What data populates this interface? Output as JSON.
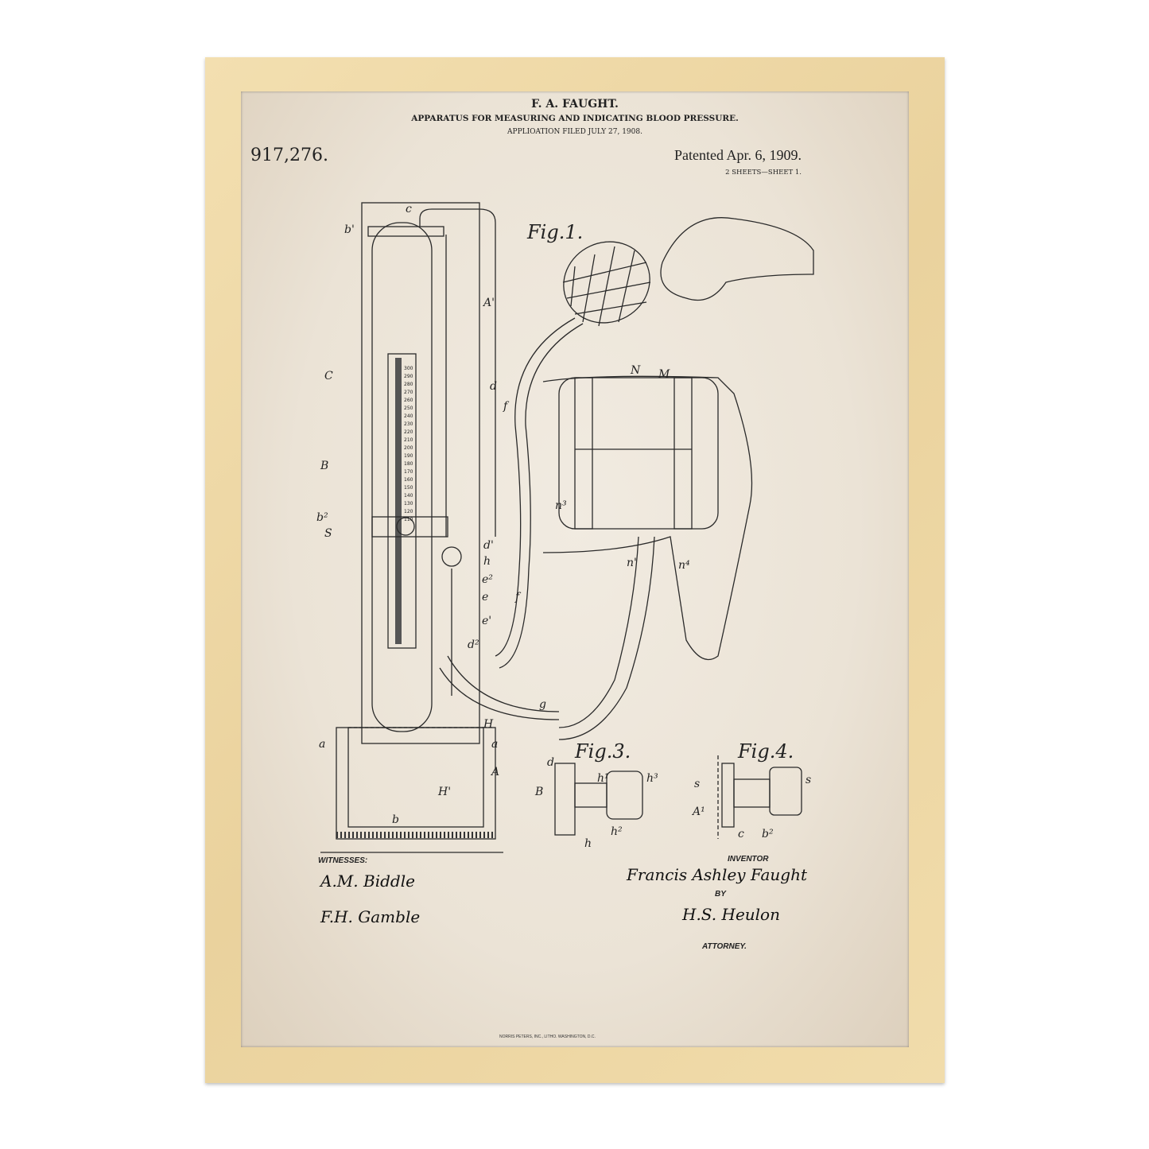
{
  "patent": {
    "inventor_short": "F. A. FAUGHT.",
    "title": "APPARATUS FOR MEASURING AND INDICATING BLOOD PRESSURE.",
    "application": "APPLIOATION FILED JULY 27, 1908.",
    "number": "917,276.",
    "patented": "Patented Apr. 6, 1909.",
    "sheets": "2 SHEETS—SHEET 1."
  },
  "figures": {
    "fig1": "Fig.1.",
    "fig3": "Fig.3.",
    "fig4": "Fig.4."
  },
  "labels": {
    "c": "c",
    "b1": "b'",
    "A1": "A'",
    "C": "C",
    "d": "d",
    "B": "B",
    "f": "f",
    "f2": "f",
    "M": "M",
    "N": "N",
    "b2": "b²",
    "S": "S",
    "d1": "d'",
    "h": "h",
    "e2": "e²",
    "e": "e",
    "e1": "e'",
    "d2": "d²",
    "g": "g",
    "H": "H",
    "a_left": "a",
    "a_right": "a",
    "H1": "H'",
    "A": "A",
    "b": "b",
    "n3": "n³",
    "n1": "n'",
    "n4": "n⁴",
    "f3_d": "d",
    "f3_B": "B",
    "f3_h1": "h¹",
    "f3_h3": "h³",
    "f3_h2": "h²",
    "f3_h": "h",
    "f4_s": "s",
    "f4_s2": "s",
    "f4_A1": "A¹",
    "f4_c": "c",
    "f4_b2": "b²"
  },
  "scale_marks": [
    "300",
    "290",
    "280",
    "270",
    "260",
    "250",
    "240",
    "230",
    "220",
    "210",
    "200",
    "190",
    "180",
    "170",
    "160",
    "150",
    "140",
    "130",
    "120",
    "110"
  ],
  "signatures": {
    "witnesses_label": "WITNESSES:",
    "witness1": "A.M. Biddle",
    "witness2": "F.H. Gamble",
    "inventor_label": "INVENTOR",
    "inventor": "Francis Ashley Faught",
    "by": "BY",
    "attorney": "H.S. Heulon",
    "attorney_label": "ATTORNEY."
  },
  "imprint": "NORRIS PETERS, INC., LITHO. WASHINGTON, D.C."
}
